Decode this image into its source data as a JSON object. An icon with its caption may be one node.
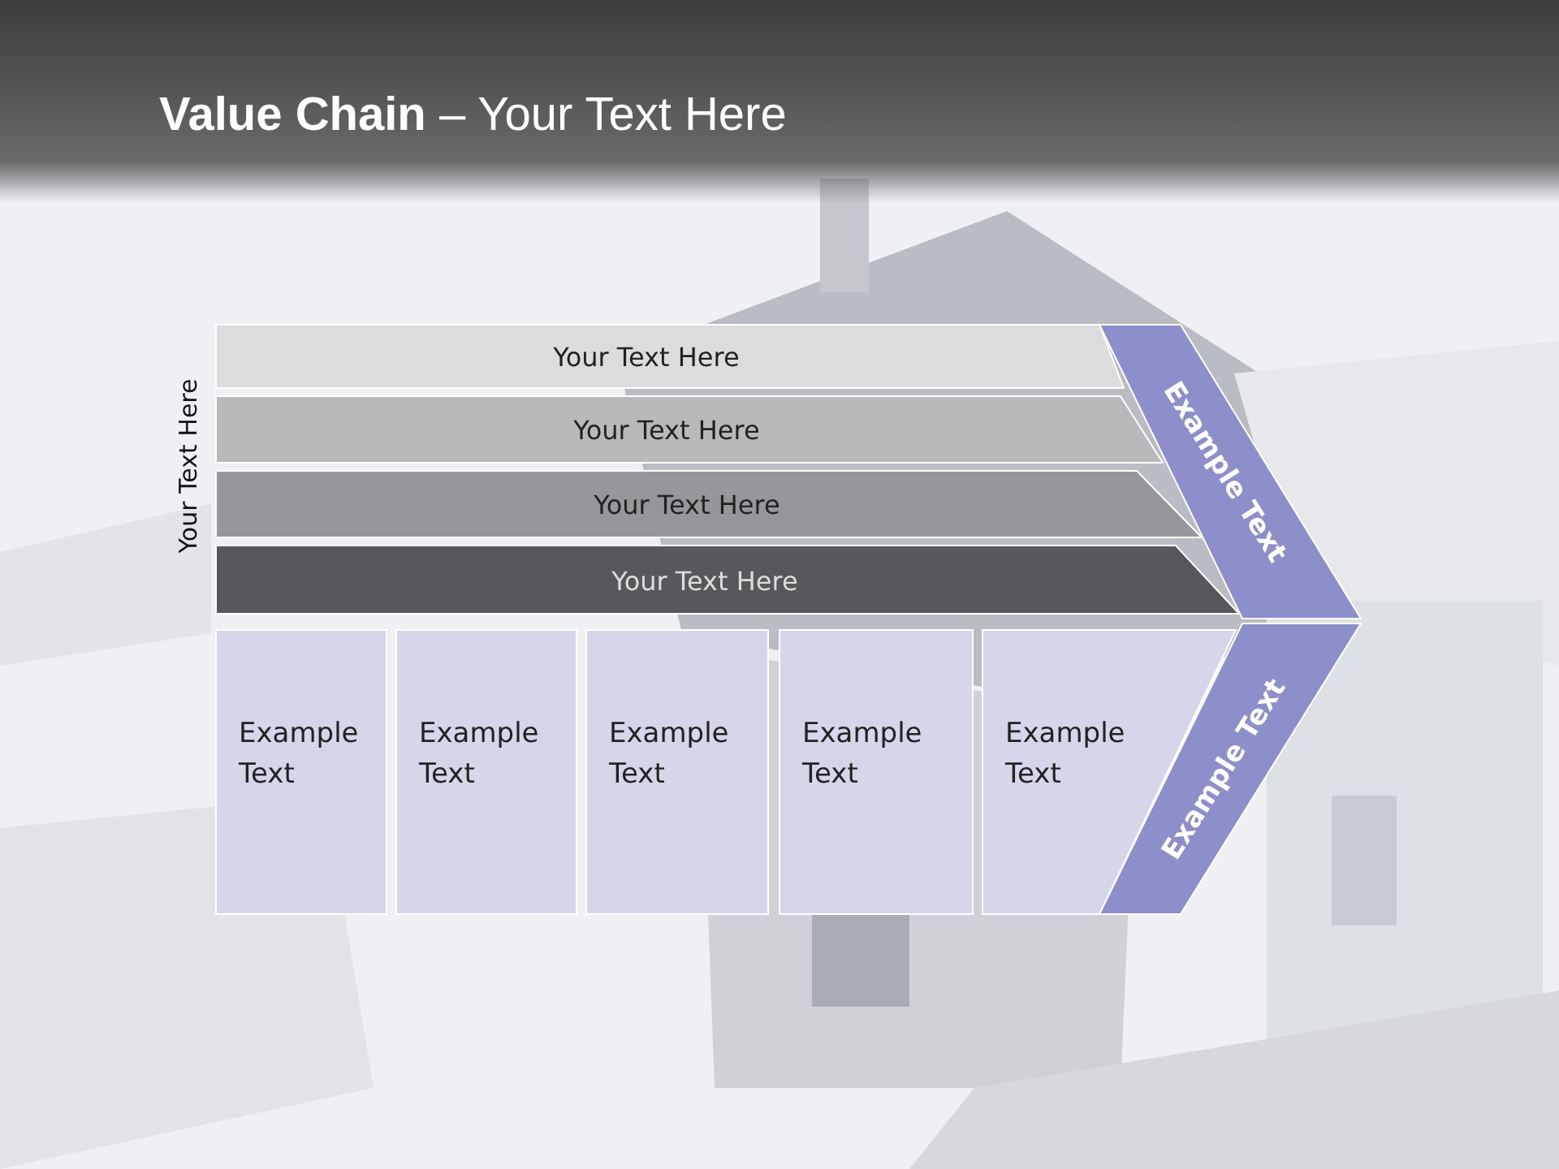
{
  "diagram": {
    "title": "**Value Chain** – Your Text Here",
    "nodes": [
      {
        "text": [
          "Your Text Here"
        ]
      },
      {
        "text": [
          "Your Text Here"
        ]
      },
      {
        "text": [
          "Your Text Here"
        ]
      },
      {
        "text": [
          "Your Text Here"
        ]
      },
      {
        "text": [
          "Example Text"
        ]
      },
      {
        "text": [
          "Example Text"
        ]
      },
      {
        "text": [
          "Example Text"
        ]
      },
      {
        "text": [
          "Example Text"
        ]
      },
      {
        "text": [
          "Example Text"
        ]
      },
      {
        "text": [
          "Example Text"
        ]
      },
      {
        "text": [
          "Example Text"
        ]
      }
    ],
    "labels": [
      "Your Text Here"
    ]
  }
}
